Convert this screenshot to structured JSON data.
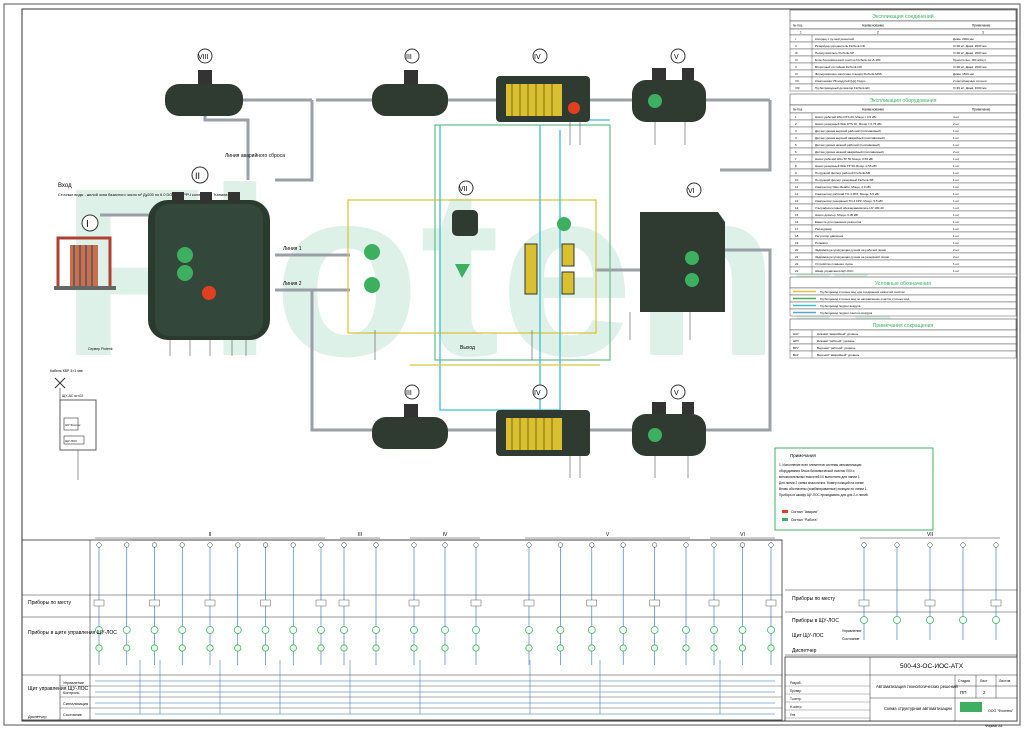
{
  "watermark": "Flotenk",
  "equipment_labels": {
    "drain_tank": "VIII",
    "storage_tank_top": "III",
    "sorption_top": "IV",
    "collector_top": "V",
    "main_tank": "II",
    "pump_station": "VII",
    "separator": "VI",
    "storage_tank_bot": "III",
    "sorption_bot": "IV",
    "collector_bot": "V",
    "inlet": "I"
  },
  "line_labels": {
    "emergency": "Линия аварийного сброса",
    "line1": "Линия 1",
    "line2": "Линия 2",
    "outlet": "Выход",
    "inlet_title": "Вход",
    "inlet_note": "Сточные воды - жилой зона базисного число м³ Ду200 по 6.0 DOD 100 РРЧ коллектора \"Канализ\"",
    "bus_label": "Кабель КВР 3×1 мм²",
    "bus_power": "Сервер Flotenk",
    "cabinet_title": "ЩУ-АС шт.02",
    "cabinet_inner": "ШУ Флотек",
    "cabinet_box": "ЩУ-ЛОС"
  },
  "table_equipment_conn": {
    "title": "Экспликация соединений",
    "headers": [
      "№ поз.",
      "Наименование",
      "Примечание"
    ],
    "numbers": [
      "1",
      "2",
      "3"
    ],
    "rows": [
      [
        "I",
        "Колодец с ручной решеткой",
        "Диам. 2000 мм"
      ],
      [
        "II",
        "Резервуар-усреднитель FloTenk-OR",
        "V=30 м³, Диам. 2000 мм"
      ],
      [
        "III",
        "Пескоуловитель FloTenk-SP",
        "V=30 м³, Диам. 2000 мм"
      ],
      [
        "IV",
        "Блок биохимической очистки FloTenk-Air-A-180",
        "Оросительн. 180 м3/сут"
      ],
      [
        "V",
        "Вторичный отстойник FloTenk-OR",
        "V=30 м³, Диам. 2000 мм"
      ],
      [
        "VI",
        "Фильтрационно-насосная станция FloTenk-MNS",
        "Диам. 1500 мм"
      ],
      [
        "VII",
        "Компоновка УФ-модулей (Нд) Гидро",
        "2 контейнерных солн-ки"
      ],
      [
        "VIII",
        "Трубопроводный дегазатор FloTenk-ED",
        "V=15 м³, Диам. 1600 мм"
      ]
    ]
  },
  "table_equipment": {
    "title": "Экспликация оборудования",
    "headers": [
      "№ поз.",
      "Наименование",
      "Примечание"
    ],
    "rows": [
      [
        "1",
        "Насос рабочий Wilo DTS 40, Мощн = 0.5 кВт",
        "4 шт"
      ],
      [
        "2",
        "Насос резервный Wilo DTS 40, Мощн = 0.75 кВт",
        "2 шт"
      ],
      [
        "3",
        "Датчик уровня верхний рабочий (поплавковый)",
        "1 шт"
      ],
      [
        "4",
        "Датчик уровня верхний аварийный (поплавковый)",
        "1 шт"
      ],
      [
        "5",
        "Датчик уровня нижний рабочий (поплавковый)",
        "1 шт"
      ],
      [
        "6",
        "Датчик уровня нижний аварийный (поплавковый)",
        "2 шт"
      ],
      [
        "7",
        "Насос рабочий Wilo TP 50 Мощн. 0.55 кВт",
        "1 шт"
      ],
      [
        "8",
        "Насос резервный Wilo TP 50 Мощн. 0.55 кВт",
        "1 шт"
      ],
      [
        "9",
        "Погружной фильтр рабочий FloTenk-SB",
        "1 шт"
      ],
      [
        "10",
        "Погружной фильтр резервный FloTenk-SB",
        "1 шт"
      ],
      [
        "11",
        "Компрессор Nitto Metabo, Мощн. 2.0 кВт",
        "1 шт"
      ],
      [
        "12",
        "Компрессор рабочий ТО-4 FPZ, Мощн. 5.5 кВт",
        "1 шт"
      ],
      [
        "13",
        "Компрессор резервный ТО-4 FPZ, Мощн. 5.5 кВт",
        "1 шт"
      ],
      [
        "14",
        "Ультрафиолетовый обеззараживатель НУ 100-40",
        "1 шт"
      ],
      [
        "15",
        "Насос-дозатор, Мощн. 0.05 кВт",
        "1 шт"
      ],
      [
        "16",
        "Емкость для хранения реагентов",
        "1 шт"
      ],
      [
        "17",
        "Расходомер",
        "1 шт"
      ],
      [
        "18",
        "Регулятор давления",
        "1 шт"
      ],
      [
        "19",
        "Ротаметр",
        "1 шт"
      ],
      [
        "20",
        "Задвижка регулирующая ручная на рабочей линии",
        "2 шт"
      ],
      [
        "21",
        "Задвижка регулирующая ручная на резервной линии",
        "2 шт"
      ],
      [
        "22",
        "Устройство плавного пуска",
        "1 шт"
      ],
      [
        "23",
        "Шкаф управления ЩУ-ЛОС",
        "1 шт"
      ]
    ]
  },
  "table_pipes": {
    "title": "Условные обозначения",
    "rows": [
      [
        "Трубопровод сточных вод для соединения емкостей очистки"
      ],
      [
        "Трубопровод сточных вод по направлению очистки сточных вод"
      ],
      [
        "Трубопровод подачи воздуха"
      ],
      [
        "Трубопровод подачи сжатого воздуха"
      ]
    ]
  },
  "table_abbr": {
    "title": "Примечания сокращения",
    "rows": [
      [
        "НАУ",
        "Нижний \"аварийный\" уровень"
      ],
      [
        "НРУ",
        "Нижний \"рабочий\" уровень"
      ],
      [
        "ВРУ",
        "Верхний \"рабочий\" уровень"
      ],
      [
        "ВАУ",
        "Верхний \"аварийный\" уровень"
      ]
    ]
  },
  "notes": {
    "title": "Примечания",
    "lines": [
      "1. Исполнение всех элементов системы автоматизации",
      "оборудования блока биохимической очистки IVIII и",
      "вспомогательных емкостей I/II выполнить для линии 1.",
      "Для линии 2 схема аналогична. Номер позиций на схеме",
      "Вновь обозначены (комбинированные) позиции по линии 1.",
      "Приборы в шкафу ЩУ-ЛОС прокидывать для для 2-х линий."
    ],
    "legend_red": "Сигнал \"Авария\"",
    "legend_green": "Сигнал \"Работа\""
  },
  "bottom": {
    "group_labels": [
      "II",
      "III",
      "IV",
      "V",
      "VI",
      "VII"
    ],
    "row_labels_left": [
      "Приборы по месту",
      "Приборы в щите управления ЩУ-ЛОС",
      "Щит управления ЩУ-ЛОС"
    ],
    "row_sub_labels": [
      "Управление",
      "Контроль",
      "Сигнализация",
      "Состояние",
      "Диспетчер"
    ],
    "row_labels_right": [
      "Приборы по месту",
      "Приборы в ЩУ-ЛОС",
      "Щит ЩУ-ЛОС",
      "Диспетчер"
    ],
    "right_mini": [
      "Управление",
      "Состояние"
    ]
  },
  "title_block": {
    "code": "500-43-ОС-ИОС-АТХ",
    "title": "Автоматизация технологических решений",
    "subtitle": "Схема структурная автоматизации",
    "stage_h": "Стадия",
    "sheet_h": "Лист",
    "sheets_h": "Листов",
    "stage": "ПП",
    "sheet": "2",
    "sheets": "",
    "company": "ООО \"Флотенк\"",
    "format": "Формат А1",
    "roles": [
      "Разраб.",
      "Провер.",
      "Т.контр.",
      "Н.контр.",
      "Утв."
    ]
  }
}
